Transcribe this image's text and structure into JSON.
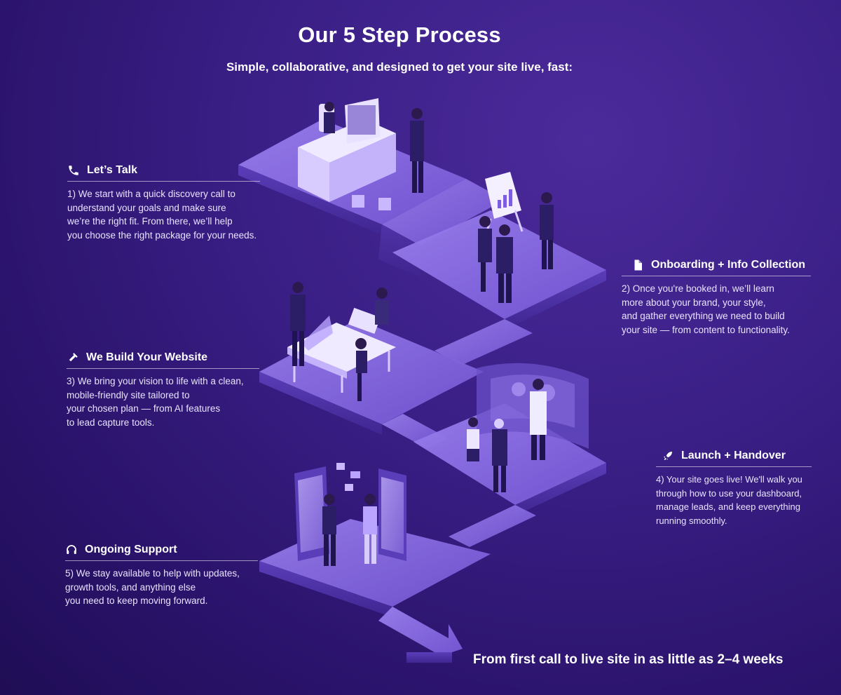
{
  "header": {
    "title": "Our 5 Step Process",
    "subtitle": "Simple, collaborative, and designed to get your site live, fast:"
  },
  "steps": [
    {
      "title": "Let’s Talk",
      "icon": "phone-icon",
      "body": "1) We start with a quick discovery call to\nunderstand your goals and make sure\nwe’re the right fit. From there, we’ll help\nyou choose the right package for your needs."
    },
    {
      "title": "Onboarding + Info Collection",
      "icon": "document-icon",
      "body": "2) Once you're booked in, we’ll learn\nmore about your brand, your style,\nand gather everything we need to build\nyour site — from content to functionality."
    },
    {
      "title": "We Build Your Website",
      "icon": "hammer-icon",
      "body": "3) We bring your vision to life with a clean,\nmobile-friendly site tailored to\nyour chosen plan — from AI features\nto lead capture tools."
    },
    {
      "title": "Launch + Handover",
      "icon": "rocket-icon",
      "body": "4) Your site goes live! We'll walk you\nthrough how to use your dashboard,\nmanage leads, and keep everything\nrunning smoothly."
    },
    {
      "title": "Ongoing Support",
      "icon": "headset-icon",
      "body": "5) We stay available to help with updates,\ngrowth tools, and anything else\nyou need to keep moving forward."
    }
  ],
  "footer": {
    "text": "From first call to live site in as little as 2–4 weeks"
  },
  "colors": {
    "background": "#3a1f86",
    "path_top": "#8a6fe0",
    "path_side": "#5b3fb8",
    "accent": "#b9a4ff"
  }
}
